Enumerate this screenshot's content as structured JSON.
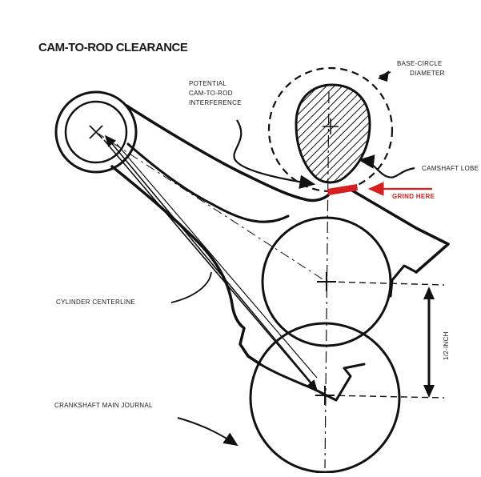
{
  "title": "CAM-TO-ROD CLEARANCE",
  "labels": {
    "potential_interference": [
      "POTENTIAL",
      "CAM-TO-ROD",
      "INTERFERENCE"
    ],
    "base_circle": [
      "BASE-CIRCLE",
      "DIAMETER"
    ],
    "camshaft_lobe": "CAMSHAFT LOBE",
    "grind_here": "GRIND HERE",
    "cylinder_centerline": "CYLINDER CENTERLINE",
    "crankshaft_main_journal": "CRANKSHAFT MAIN JOURNAL",
    "dimension": "1/2-INCH"
  },
  "colors": {
    "ink": "#111111",
    "accent_red": "#d61f1f",
    "background": "#ffffff"
  }
}
